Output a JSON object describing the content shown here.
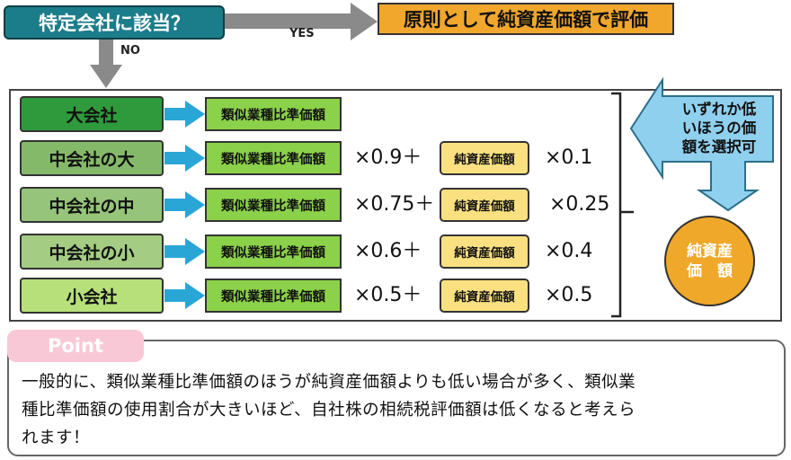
{
  "flow": {
    "question": "特定会社に該当？",
    "yes_label": "YES",
    "no_label": "NO",
    "yes_result": "原則として純資産価額で評価"
  },
  "rows": [
    {
      "company": "大会社",
      "ruiji": "類似業種比準価額",
      "ruiji_mult": "",
      "net": "",
      "net_mult": ""
    },
    {
      "company": "中会社の大",
      "ruiji": "類似業種比準価額",
      "ruiji_mult": "×0.9＋",
      "net": "純資産価額",
      "net_mult": "×0.1"
    },
    {
      "company": "中会社の中",
      "ruiji": "類似業種比準価額",
      "ruiji_mult": "×0.75＋",
      "net": "純資産価額",
      "net_mult": "×0.25"
    },
    {
      "company": "中会社の小",
      "ruiji": "類似業種比準価額",
      "ruiji_mult": "×0.6＋",
      "net": "純資産価額",
      "net_mult": "×0.4"
    },
    {
      "company": "小会社",
      "ruiji": "類似業種比準価額",
      "ruiji_mult": "×0.5＋",
      "net": "純資産価額",
      "net_mult": "×0.5"
    }
  ],
  "choice": {
    "line1": "いずれか低",
    "line2": "いほうの価",
    "line3": "額を選択可"
  },
  "alt": {
    "line1": "純資産",
    "line2": "価　額"
  },
  "point": {
    "tab": "Point",
    "line1": "一般的に、類似業種比準価額のほうが純資産価額よりも低い場合が多く、類似業",
    "line2": "種比準価額の使用割合が大きいほど、自社株の相続税評価額は低くなると考えら",
    "line3": "れます！"
  },
  "colors": {
    "question_bg": "#1c7d8a",
    "result_bg": "#f1a72c",
    "arrow_gray": "#8a8a8a",
    "arrow_blue": "#2aa6d6",
    "callout_blue": "#8fd0ee",
    "ruiji_green": "#8bd14a",
    "net_yellow": "#fae080",
    "circle_orange": "#f0a82a",
    "point_pink": "#f9c8d6"
  }
}
